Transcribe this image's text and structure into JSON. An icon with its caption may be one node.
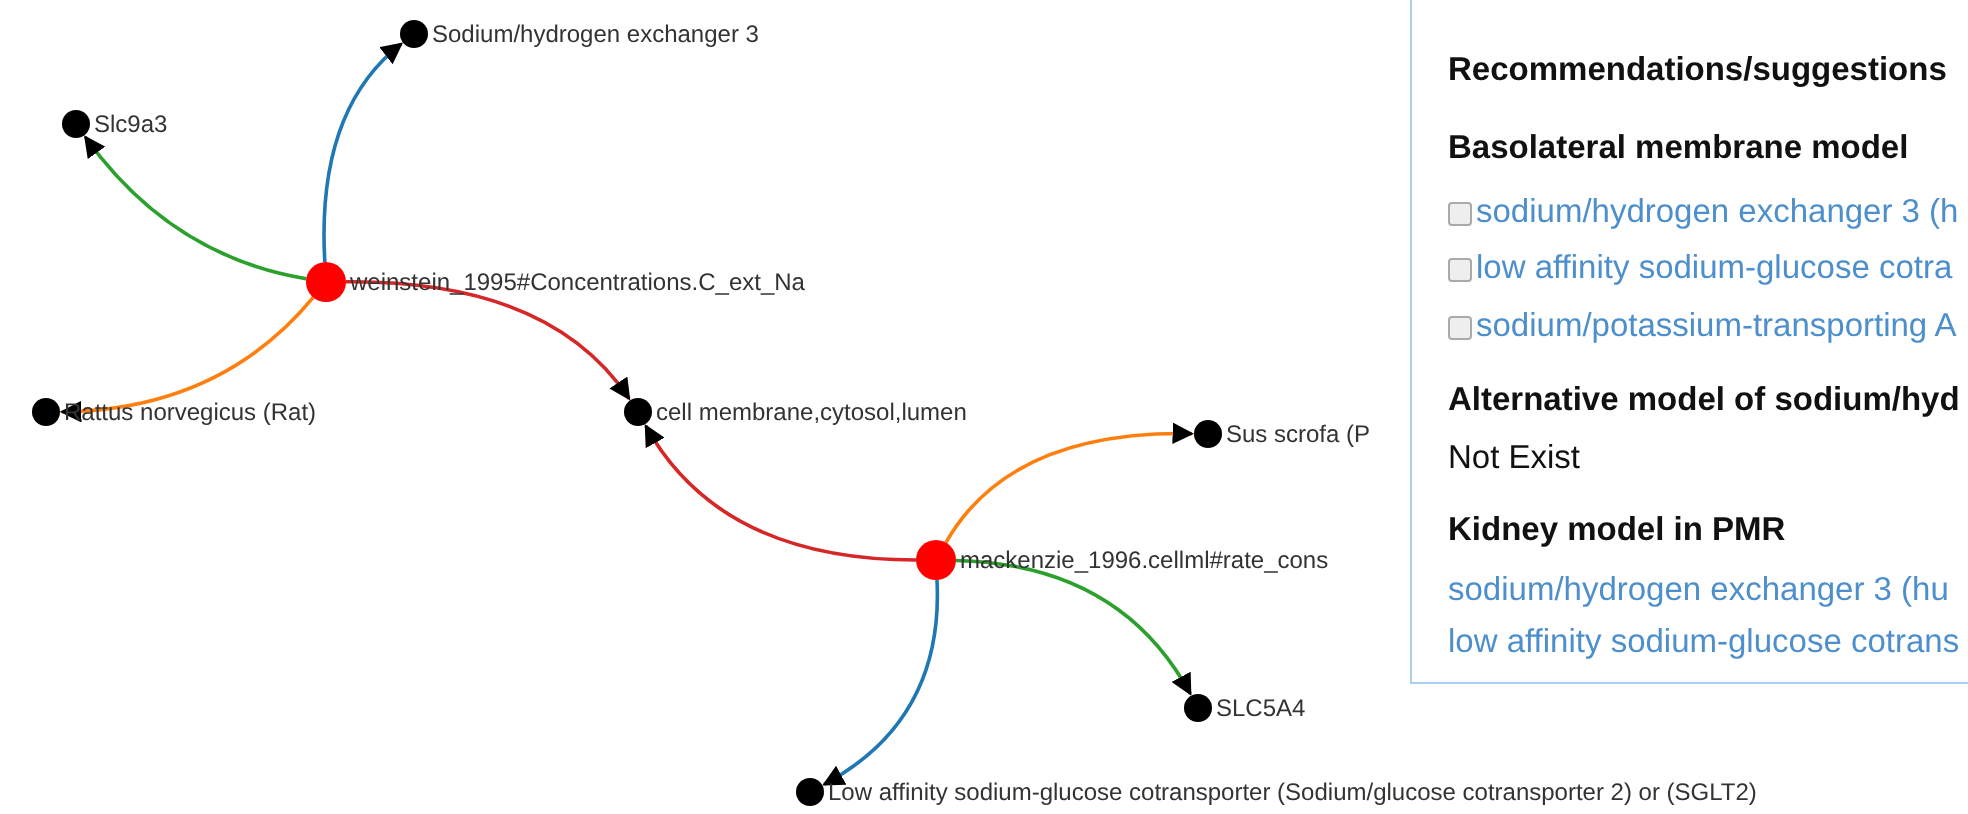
{
  "diagram": {
    "nodes": [
      {
        "text": [
          "Sodium/hydrogen exchanger 3"
        ]
      },
      {
        "text": [
          "Slc9a3"
        ]
      },
      {
        "text": [
          "weinstein_1995#Concentrations.C_ext_Na"
        ]
      },
      {
        "text": [
          "Rattus norvegicus (Rat)"
        ]
      },
      {
        "text": [
          "cell membrane,cytosol,lumen"
        ]
      },
      {
        "text": [
          "Sus scrofa (P"
        ]
      },
      {
        "text": [
          "mackenzie_1996.cellml#rate_cons"
        ]
      },
      {
        "text": [
          "SLC5A4"
        ]
      },
      {
        "text": [
          "Low affinity sodium-glucose cotransporter (Sodium/glucose cotransporter 2) or (SGLT2)"
        ]
      }
    ],
    "edges": [
      {
        "from": 2,
        "to": 0,
        "arrow": "to",
        "color": "#1f77b4"
      },
      {
        "from": 2,
        "to": 1,
        "arrow": "to",
        "color": "#2ca02c"
      },
      {
        "from": 2,
        "to": 3,
        "arrow": "to",
        "color": "#ff7f0e"
      },
      {
        "from": 2,
        "to": 4,
        "arrow": "to",
        "color": "#d62728"
      },
      {
        "from": 6,
        "to": 4,
        "arrow": "to",
        "color": "#d62728"
      },
      {
        "from": 6,
        "to": 5,
        "arrow": "to",
        "color": "#ff7f0e"
      },
      {
        "from": 6,
        "to": 7,
        "arrow": "to",
        "color": "#2ca02c"
      },
      {
        "from": 6,
        "to": 8,
        "arrow": "to",
        "color": "#1f77b4"
      }
    ],
    "labels": [
      "Recommendations/suggestions",
      "Basolateral membrane model",
      "sodium/hydrogen exchanger 3 (h",
      "low affinity sodium-glucose cotra",
      "sodium/potassium-transporting A",
      "Alternative model of sodium/hyd",
      "Not Exist",
      "Kidney model in PMR",
      "sodium/hydrogen exchanger 3 (hu",
      "low affinity sodium-glucose cotrans"
    ]
  }
}
